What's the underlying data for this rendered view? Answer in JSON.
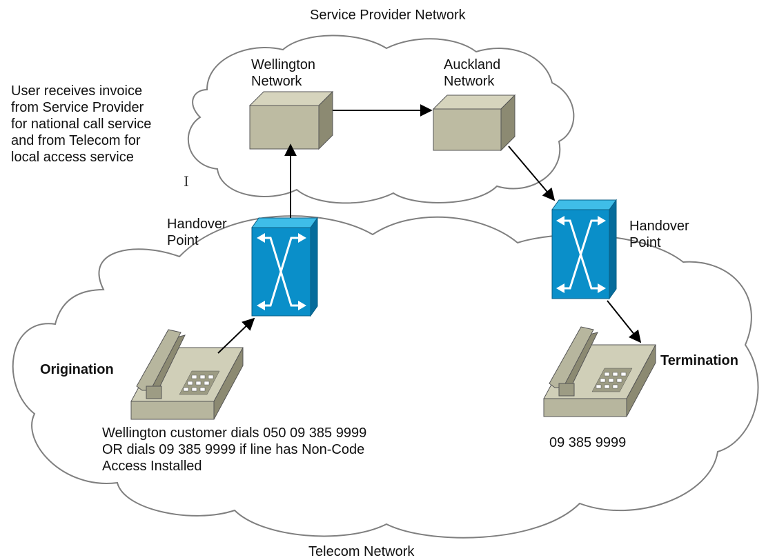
{
  "diagram": {
    "clouds": {
      "service_provider": "Service Provider Network",
      "telecom": "Telecom Network"
    },
    "nodes": {
      "wellington": "Wellington\nNetwork",
      "auckland": "Auckland\nNetwork",
      "handover_left": "Handover\nPoint",
      "handover_right": "Handover\nPoint",
      "origination": "Origination",
      "termination": "Termination"
    },
    "notes": {
      "invoice": "User receives invoice\nfrom Service Provider\nfor national call service\nand from Telecom for\nlocal access service",
      "origination_dial": "Wellington customer dials 050 09 385 9999\nOR dials 09 385 9999 if line has Non-Code\nAccess Installed",
      "termination_number": "09 385 9999"
    },
    "colors": {
      "switch_fill": "#0a8fc9",
      "switch_light": "#3fbde8",
      "box_fill": "#bdbba2",
      "box_dark": "#8c8a72",
      "phone_fill": "#b7b69e",
      "cloud_stroke": "#7f7f7f"
    },
    "icons": [
      "switch-icon",
      "network-box-icon",
      "telephone-icon",
      "text-cursor-icon"
    ]
  }
}
